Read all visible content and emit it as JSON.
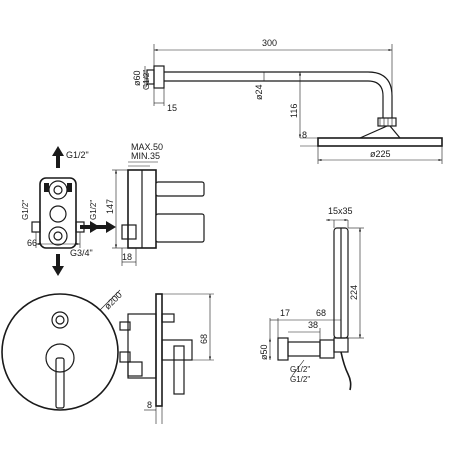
{
  "shower_arm": {
    "length": "300",
    "flange_diameter": "ø60",
    "thread": "G1/2\"",
    "flange_depth": "15",
    "pipe_diameter": "ø24",
    "drop": "116",
    "head_thickness": "8",
    "head_diameter": "ø225"
  },
  "valve_body": {
    "top_outlet": "G1/2\"",
    "left_inlet": "G1/2\"",
    "right_inlet": "G1/2\"",
    "center_spacing": "66",
    "bottom_outlet": "G3/4\"",
    "max_depth": "MAX.50",
    "min_depth": "MIN.35",
    "height": "147",
    "bottom_offset": "18"
  },
  "wall_plate": {
    "diameter": "ø200",
    "depth": "68",
    "plate_thickness": "8"
  },
  "hand_shower": {
    "handle_size": "15x35",
    "length": "224",
    "elbow_offset": "17",
    "elbow_length": "68",
    "elbow_depth": "38",
    "flange_diameter": "ø50",
    "thread": "G1/2\""
  }
}
